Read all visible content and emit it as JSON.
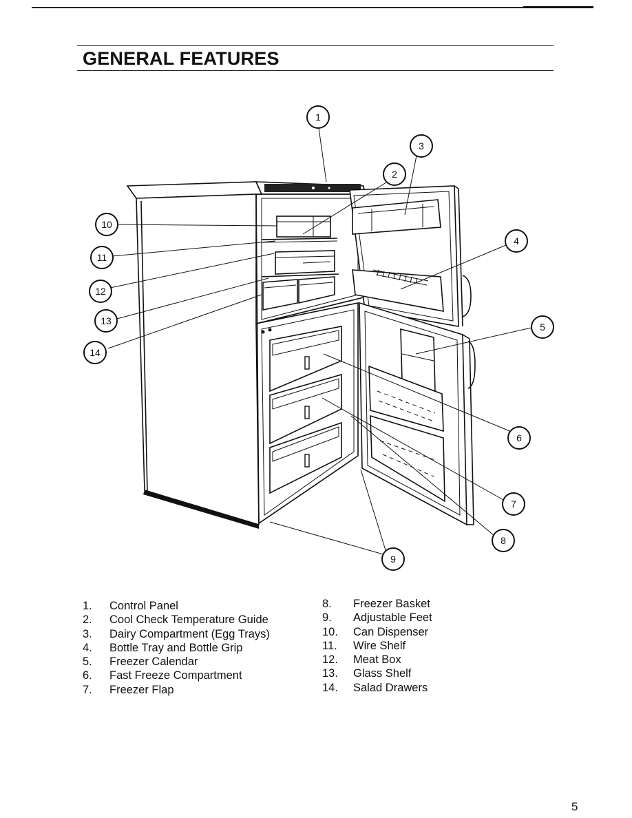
{
  "page": {
    "title": "GENERAL FEATURES",
    "page_number": "5"
  },
  "callouts": [
    "1",
    "2",
    "3",
    "4",
    "5",
    "6",
    "7",
    "8",
    "9",
    "10",
    "11",
    "12",
    "13",
    "14"
  ],
  "features": [
    {
      "num": "1.",
      "label": "Control Panel"
    },
    {
      "num": "2.",
      "label": "Cool Check Temperature Guide"
    },
    {
      "num": "3.",
      "label": "Dairy Compartment (Egg Trays)"
    },
    {
      "num": "4.",
      "label": "Bottle Tray and Bottle Grip"
    },
    {
      "num": "5.",
      "label": "Freezer Calendar"
    },
    {
      "num": "6.",
      "label": "Fast Freeze Compartment"
    },
    {
      "num": "7.",
      "label": "Freezer Flap"
    },
    {
      "num": "8.",
      "label": "Freezer Basket"
    },
    {
      "num": "9.",
      "label": "Adjustable Feet"
    },
    {
      "num": "10.",
      "label": "Can Dispenser"
    },
    {
      "num": "11.",
      "label": "Wire Shelf"
    },
    {
      "num": "12.",
      "label": "Meat Box"
    },
    {
      "num": "13.",
      "label": "Glass Shelf"
    },
    {
      "num": "14.",
      "label": "Salad Drawers"
    }
  ]
}
